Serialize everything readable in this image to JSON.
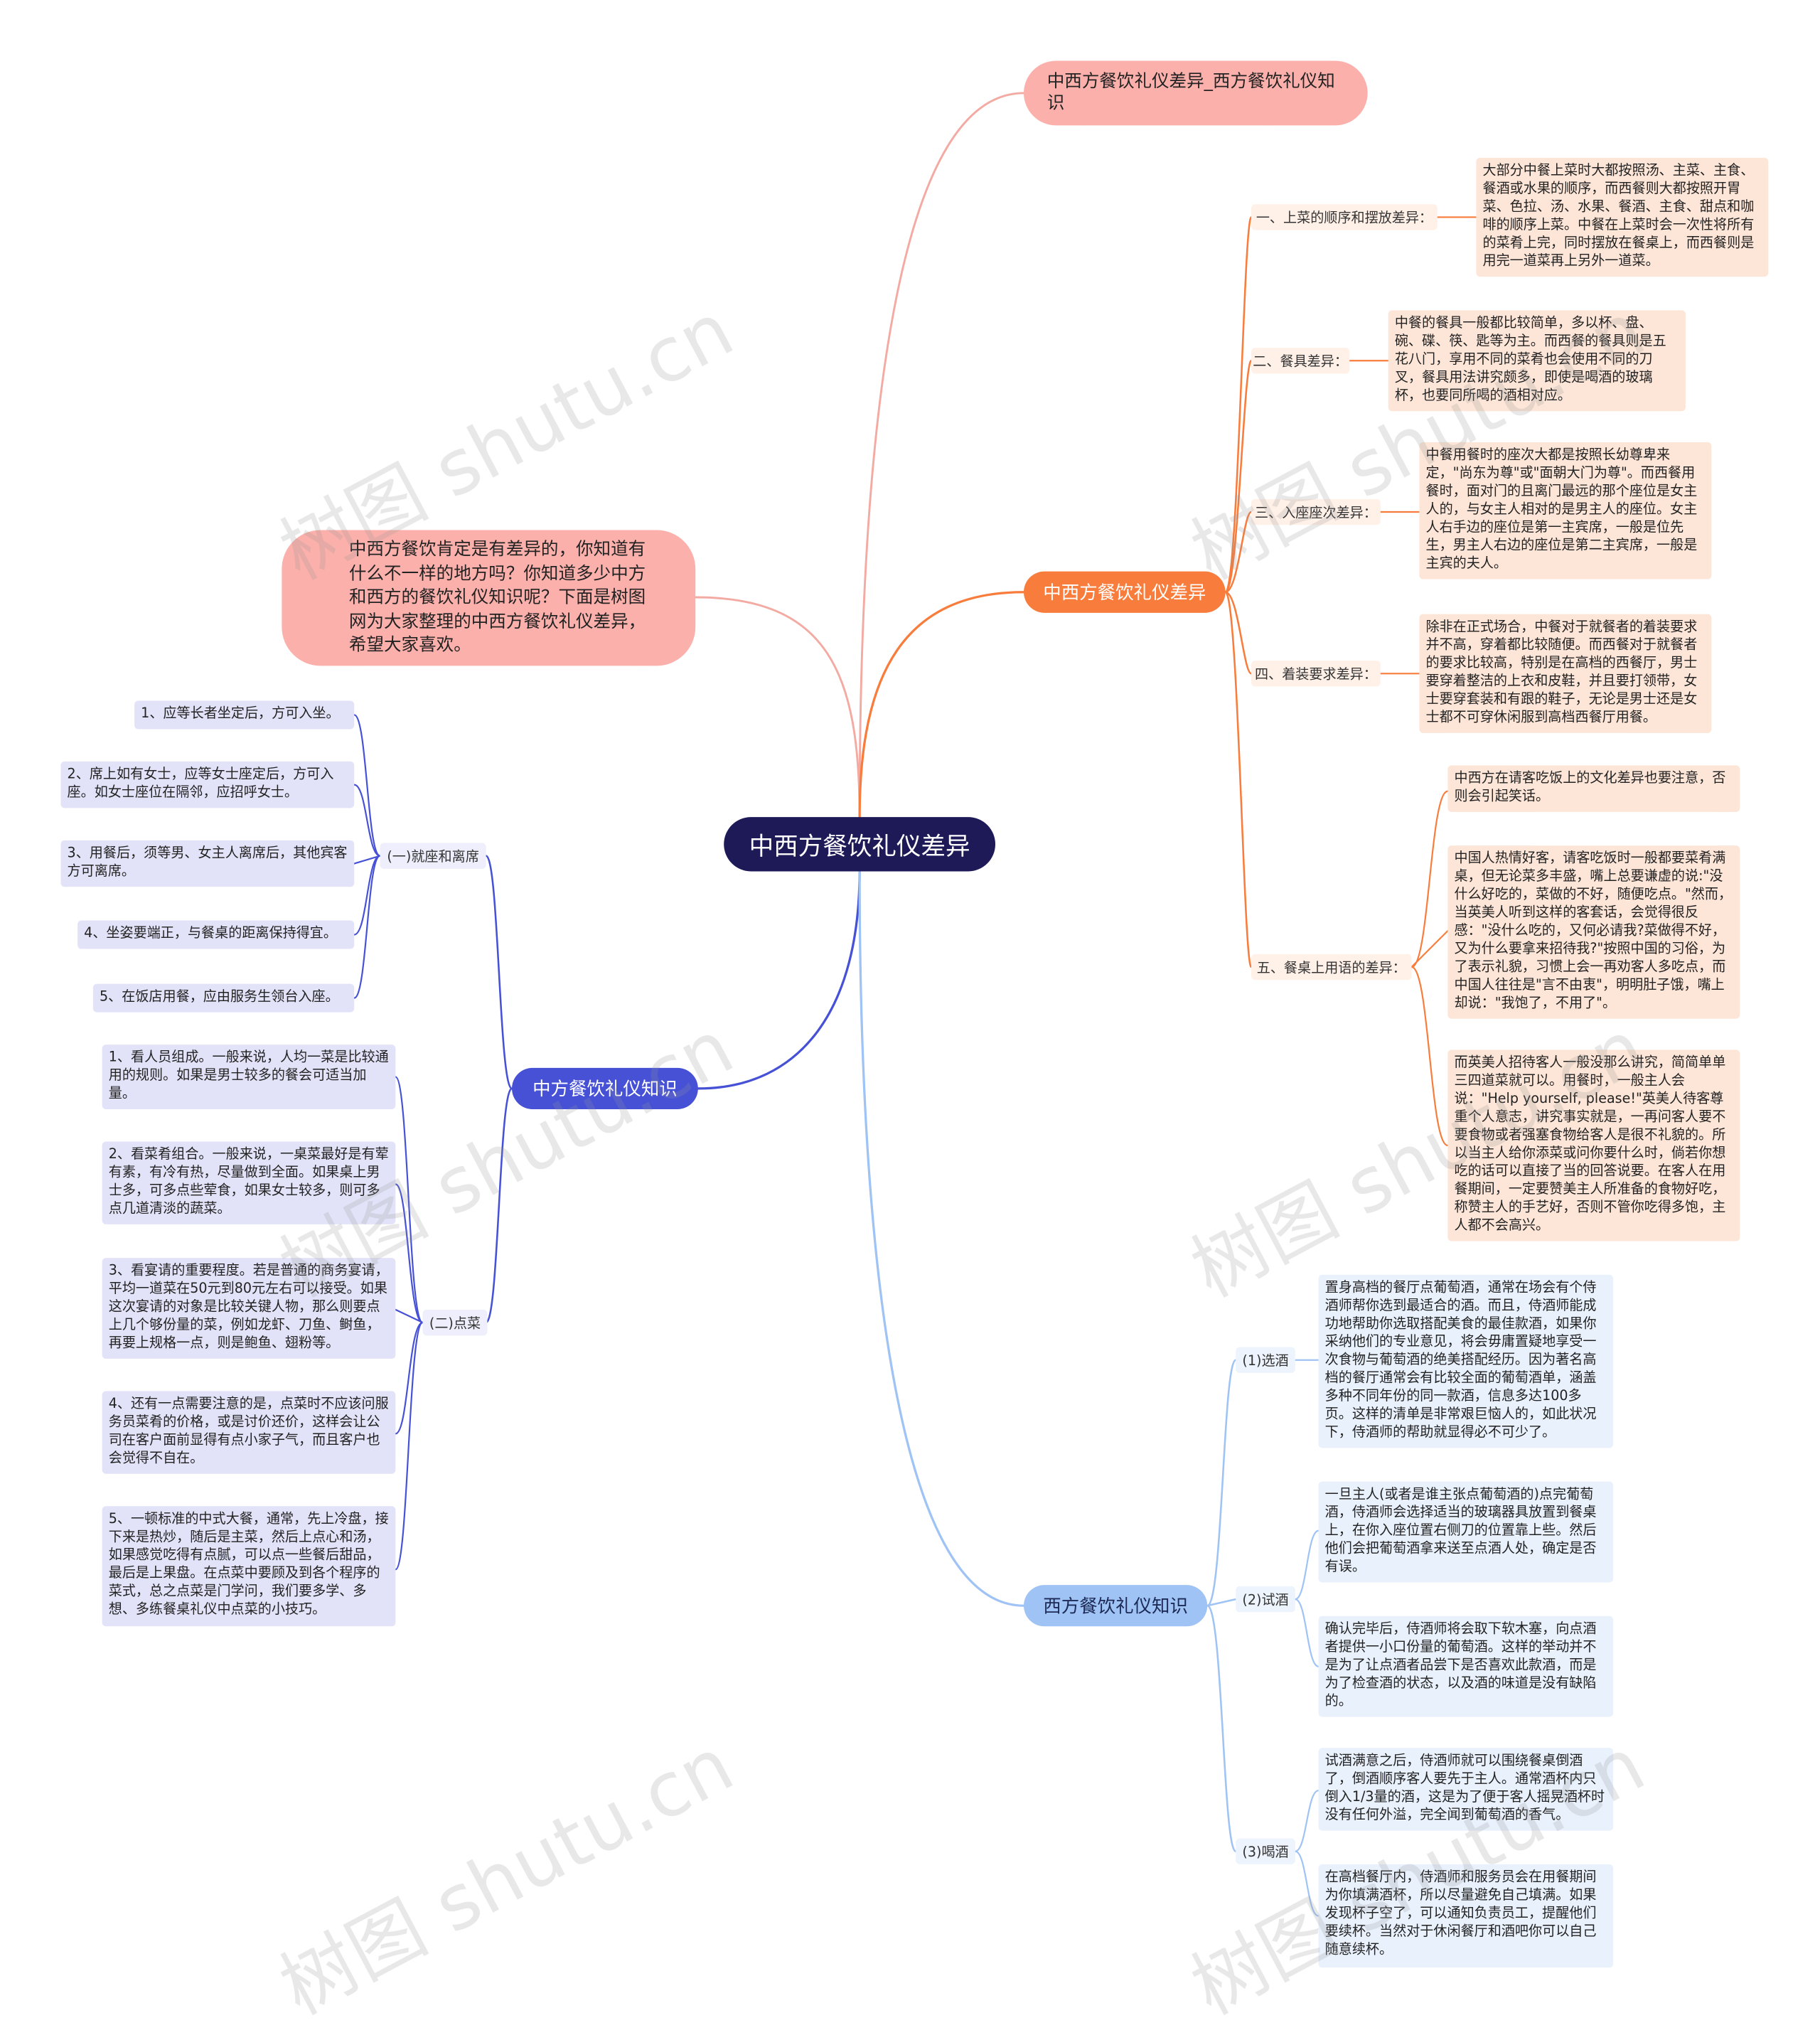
{
  "root": "中西方餐饮礼仪差异",
  "title_node": "中西方餐饮礼仪差异_西方餐饮礼仪知识",
  "intro": "中西方餐饮肯定是有差异的，你知道有什么不一样的地方吗？你知道多少中方和西方的餐饮礼仪知识呢？下面是树图网为大家整理的中西方餐饮礼仪差异，希望大家喜欢。",
  "watermark": "树图 shutu.cn",
  "colors": {
    "root": "#1d1a57",
    "orange": "#f87c3b",
    "indigo": "#4651d6",
    "blue": "#9ec3f4",
    "pink": "#fbb0ab"
  },
  "diff": {
    "label": "中西方餐饮礼仪差异",
    "items": [
      {
        "label": "一、上菜的顺序和摆放差异：",
        "texts": [
          "大部分中餐上菜时大都按照汤、主菜、主食、餐酒或水果的顺序，而西餐则大都按照开胃菜、色拉、汤、水果、餐酒、主食、甜点和咖啡的顺序上菜。中餐在上菜时会一次性将所有的菜肴上完，同时摆放在餐桌上，而西餐则是用完一道菜再上另外一道菜。"
        ]
      },
      {
        "label": "二、餐具差异：",
        "texts": [
          "中餐的餐具一般都比较简单，多以杯、盘、碗、碟、筷、匙等为主。而西餐的餐具则是五花八门，享用不同的菜肴也会使用不同的刀叉，餐具用法讲究颇多，即使是喝酒的玻璃杯，也要同所喝的酒相对应。"
        ]
      },
      {
        "label": "三、入座座次差异：",
        "texts": [
          "中餐用餐时的座次大都是按照长幼尊卑来定，\"尚东为尊\"或\"面朝大门为尊\"。而西餐用餐时，面对门的且离门最远的那个座位是女主人的，与女主人相对的是男主人的座位。女主人右手边的座位是第一主宾席，一般是位先生，男主人右边的座位是第二主宾席，一般是主宾的夫人。"
        ]
      },
      {
        "label": "四、着装要求差异：",
        "texts": [
          "除非在正式场合，中餐对于就餐者的着装要求并不高，穿着都比较随便。而西餐对于就餐者的要求比较高，特别是在高档的西餐厅，男士要穿着整洁的上衣和皮鞋，并且要打领带，女士要穿套装和有跟的鞋子，无论是男士还是女士都不可穿休闲服到高档西餐厅用餐。"
        ]
      },
      {
        "label": "五、餐桌上用语的差异：",
        "texts": [
          "中西方在请客吃饭上的文化差异也要注意，否则会引起笑话。",
          "中国人热情好客，请客吃饭时一般都要菜肴满桌，但无论菜多丰盛，嘴上总要谦虚的说:\"没什么好吃的，菜做的不好，随便吃点。\"然而，当英美人听到这样的客套话，会觉得很反感：\"没什么吃的，又何必请我?菜做得不好，又为什么要拿来招待我?\"按照中国的习俗，为了表示礼貌，习惯上会一再劝客人多吃点，而中国人往往是\"言不由衷\"，明明肚子饿，嘴上却说：\"我饱了，不用了\"。",
          "而英美人招待客人一般没那么讲究，简简单单三四道菜就可以。用餐时，一般主人会说：\"Help yourself, please!\"英美人待客尊重个人意志，讲究事实就是，一再问客人要不要食物或者强塞食物给客人是很不礼貌的。所以当主人给你添菜或问你要什么时，倘若你想吃的话可以直接了当的回答说要。在客人在用餐期间，一定要赞美主人所准备的食物好吃，称赞主人的手艺好，否则不管你吃得多饱，主人都不会高兴。"
        ]
      }
    ]
  },
  "chinese": {
    "label": "中方餐饮礼仪知识",
    "groups": [
      {
        "label": "(一)就座和离席",
        "items": [
          "1、应等长者坐定后，方可入坐。",
          "2、席上如有女士，应等女士座定后，方可入座。如女士座位在隔邻，应招呼女士。",
          "3、用餐后，须等男、女主人离席后，其他宾客方可离席。",
          "4、坐姿要端正，与餐桌的距离保持得宜。",
          "5、在饭店用餐，应由服务生领台入座。"
        ]
      },
      {
        "label": "(二)点菜",
        "items": [
          "1、看人员组成。一般来说，人均一菜是比较通用的规则。如果是男士较多的餐会可适当加量。",
          "2、看菜肴组合。一般来说，一桌菜最好是有荤有素，有冷有热，尽量做到全面。如果桌上男士多，可多点些荤食，如果女士较多，则可多点几道清淡的蔬菜。",
          "3、看宴请的重要程度。若是普通的商务宴请，平均一道菜在50元到80元左右可以接受。如果这次宴请的对象是比较关键人物，那么则要点上几个够份量的菜，例如龙虾、刀鱼、鲥鱼，再要上规格一点，则是鲍鱼、翅粉等。",
          "4、还有一点需要注意的是，点菜时不应该问服务员菜肴的价格，或是讨价还价，这样会让公司在客户面前显得有点小家子气，而且客户也会觉得不自在。",
          "5、一顿标准的中式大餐，通常，先上冷盘，接下来是热炒，随后是主菜，然后上点心和汤，如果感觉吃得有点腻，可以点一些餐后甜品，最后是上果盘。在点菜中要顾及到各个程序的菜式，总之点菜是门学问，我们要多学、多想、多练餐桌礼仪中点菜的小技巧。"
        ]
      }
    ]
  },
  "western": {
    "label": "西方餐饮礼仪知识",
    "groups": [
      {
        "label": "(1)选酒",
        "items": [
          "置身高档的餐厅点葡萄酒，通常在场会有个侍酒师帮你选到最适合的酒。而且，侍酒师能成功地帮助你选取搭配美食的最佳款酒，如果你采纳他们的专业意见，将会毋庸置疑地享受一次食物与葡萄酒的绝美搭配经历。因为著名高档的餐厅通常会有比较全面的葡萄酒单，涵盖多种不同年份的同一款酒，信息多达100多页。这样的清单是非常艰巨恼人的，如此状况下，侍酒师的帮助就显得必不可少了。"
        ]
      },
      {
        "label": "(2)试酒",
        "items": [
          "一旦主人(或者是谁主张点葡萄酒的)点完葡萄酒，侍酒师会选择适当的玻璃器具放置到餐桌上，在你入座位置右侧刀的位置靠上些。然后他们会把葡萄酒拿来送至点酒人处，确定是否有误。",
          "确认完毕后，侍酒师将会取下软木塞，向点酒者提供一小口份量的葡萄酒。这样的举动并不是为了让点酒者品尝下是否喜欢此款酒，而是为了检查酒的状态，以及酒的味道是没有缺陷的。"
        ]
      },
      {
        "label": "(3)喝酒",
        "items": [
          "试酒满意之后，侍酒师就可以围绕餐桌倒酒了，倒酒顺序客人要先于主人。通常酒杯内只倒入1/3量的酒，这是为了便于客人摇晃酒杯时没有任何外溢，完全闻到葡萄酒的香气。",
          "在高档餐厅内，侍酒师和服务员会在用餐期间为你填满酒杯，所以尽量避免自己填满。如果发现杯子空了，可以通知负责员工，提醒他们要续杯。当然对于休闲餐厅和酒吧你可以自己随意续杯。"
        ]
      }
    ]
  }
}
